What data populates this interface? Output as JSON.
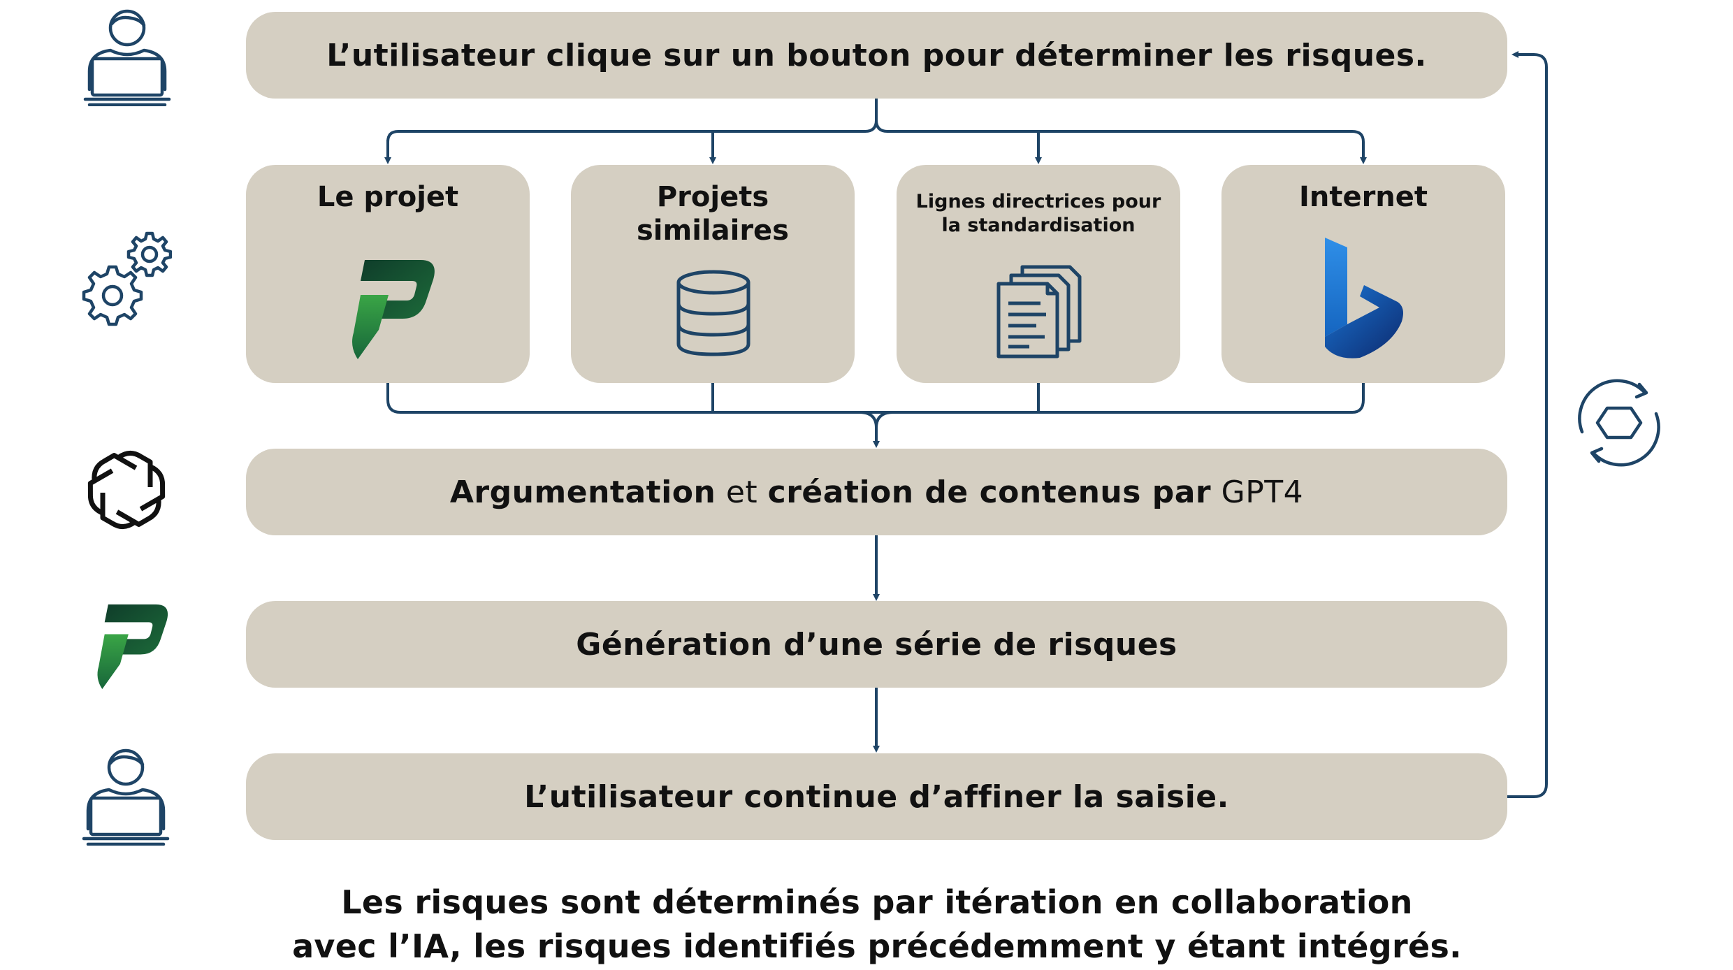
{
  "steps": {
    "step1": "L’utilisateur clique sur un bouton pour déterminer les risques.",
    "step3": {
      "part1": "Argumentation",
      "part2": " et ",
      "part3": "création de contenus par",
      "part4": " GPT4"
    },
    "step4": "Génération d’une série de risques",
    "step5": "L’utilisateur continue d’affiner la saisie."
  },
  "sources": [
    {
      "title": "Le projet",
      "icon": "planner-logo-icon"
    },
    {
      "title_line1": "Projets",
      "title_line2": "similaires",
      "icon": "database-icon"
    },
    {
      "title_line1": "Lignes directrices pour",
      "title_line2": "la standardisation",
      "icon": "documents-icon"
    },
    {
      "title": "Internet",
      "icon": "bing-logo-icon"
    }
  ],
  "footer": {
    "line1": "Les risques sont déterminés par itération en collaboration",
    "line2": "avec l’IA, les risques identifiés précédemment y étant intégrés."
  },
  "side_icons": [
    "user-laptop-icon",
    "gears-icon",
    "openai-logo-icon",
    "planner-logo-icon",
    "user-laptop-icon",
    "cycle-icon"
  ],
  "colors": {
    "box": "#d5cfc2",
    "line": "#1e4466",
    "text": "#111111",
    "green_dark": "#0f4a2c",
    "green_light": "#3aa546",
    "bing_blue": "#1a74d2"
  }
}
